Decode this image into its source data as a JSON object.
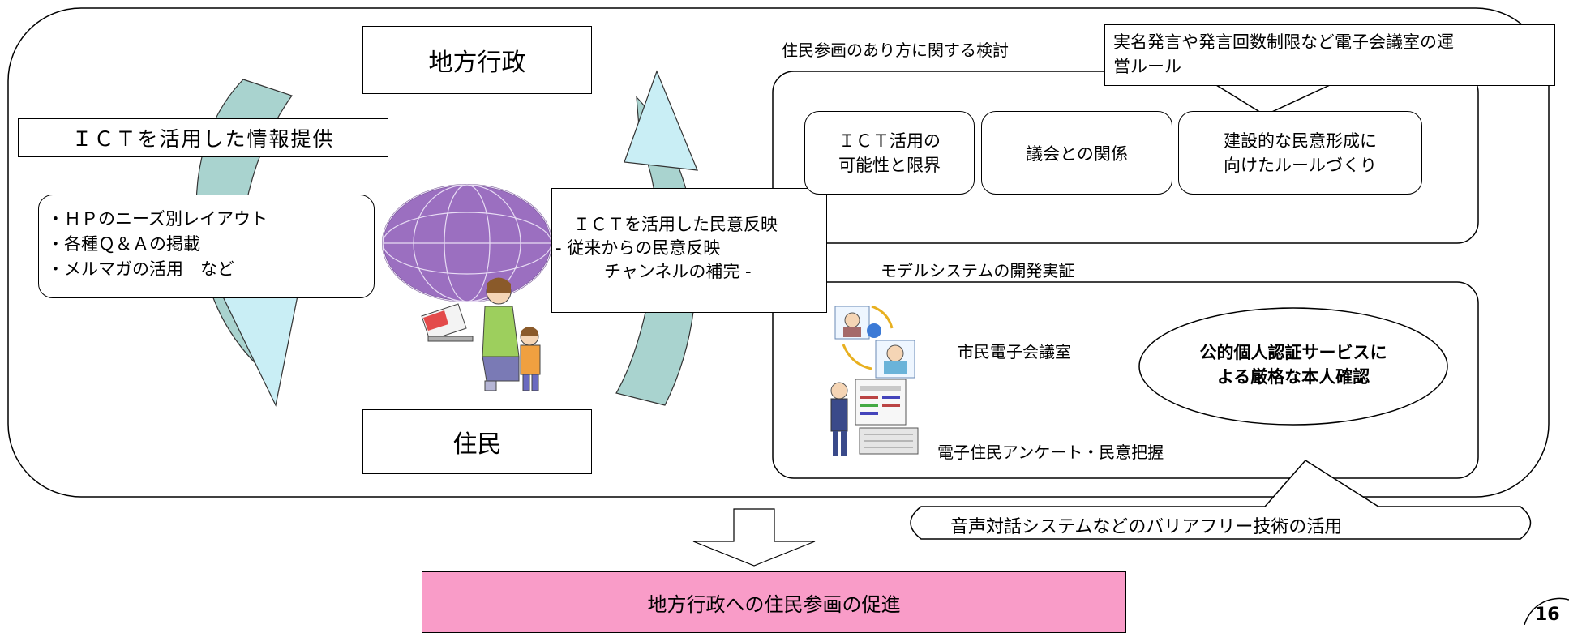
{
  "header": {
    "local_gov": "地方行政",
    "residents": "住民"
  },
  "info_provision": {
    "title": "ＩＣＴを活用した情報提供",
    "items": [
      "・ＨＰのニーズ別レイアウト",
      "・各種Ｑ＆Ａの掲載",
      "・メルマガの活用　など"
    ]
  },
  "reflection": {
    "line1": "ＩＣＴを活用した民意反映",
    "line2": "- 従来からの民意反映",
    "line3": "チャンネルの補完 -"
  },
  "participation_review": {
    "heading": "住民参画のあり方に関する検討",
    "callout": "実名発言や発言回数制限など電子会議室の運営ルール",
    "callout_line1": "実名発言や発言回数制限など電子会議室の運",
    "callout_line2": "営ルール",
    "boxes": [
      {
        "line1": "ＩＣＴ活用の",
        "line2": "可能性と限界"
      },
      {
        "line1": "議会との関係",
        "line2": ""
      },
      {
        "line1": "建設的な民意形成に",
        "line2": "向けたルールづくり"
      }
    ]
  },
  "model_system": {
    "heading": "モデルシステムの開発実証",
    "item1": "市民電子会議室",
    "item2": "電子住民アンケート・民意把握",
    "ellipse_line1": "公的個人認証サービスに",
    "ellipse_line2": "よる厳格な本人確認"
  },
  "barrier_free": "音声対話システムなどのバリアフリー技術の活用",
  "result": "地方行政への住民参画の促進",
  "page_number": "16",
  "colors": {
    "arrow_teal": "#a9d3cf",
    "arrow_light": "#c9eef5",
    "globe": "#9b6fc0",
    "result_pink": "#f99cc8"
  }
}
